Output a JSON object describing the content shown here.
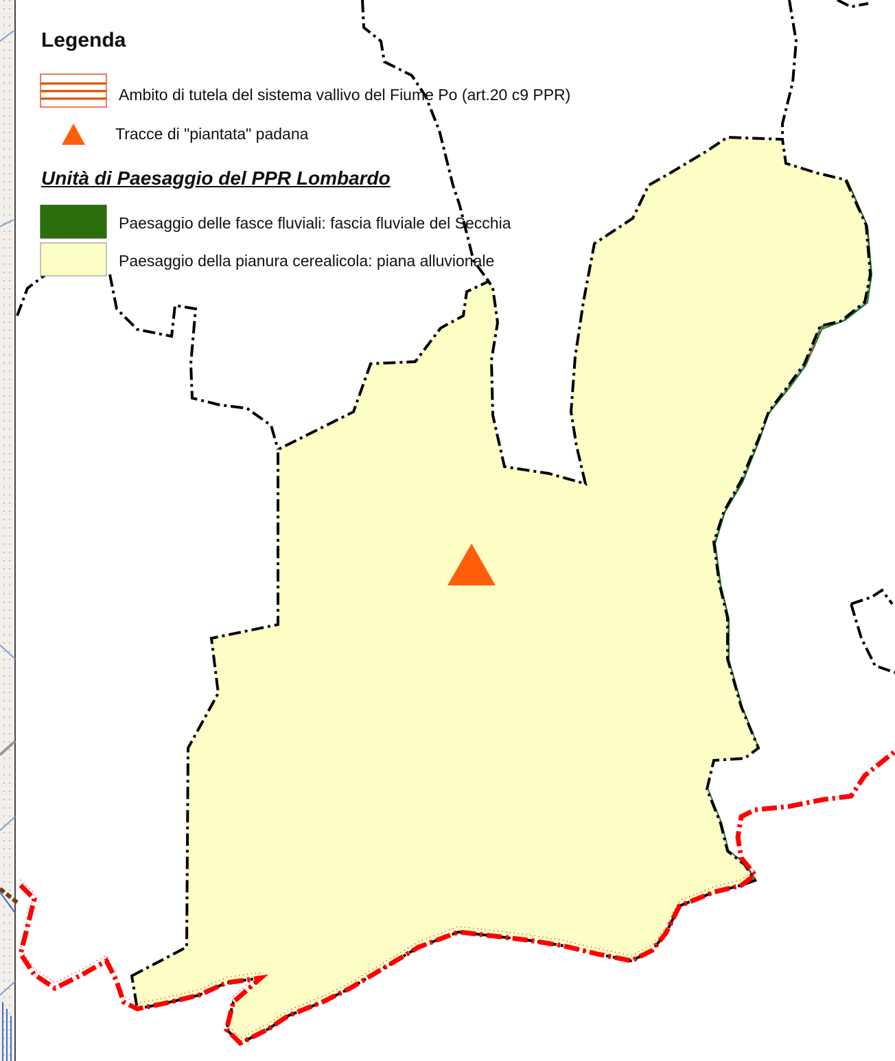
{
  "legend": {
    "title": "Legenda",
    "items": [
      {
        "label": "Ambito di tutela del sistema vallivo del Fiume Po (art.20 c9 PPR)",
        "symbol": "orange-hatch-swatch"
      },
      {
        "label": "Tracce di \"piantata\" padana",
        "symbol": "orange-triangle-icon"
      }
    ],
    "section_title": "Unità di Paesaggio del PPR Lombardo",
    "units": [
      {
        "label": "Paesaggio delle fasce fluviali: fascia fluviale del Secchia",
        "color": "#2d6e0c"
      },
      {
        "label": "Paesaggio della pianura cerealicola: piana alluvionale",
        "color": "#fdfdc6"
      }
    ]
  },
  "colors": {
    "hatch": "#d95c12",
    "hatch_border": "#e2502a",
    "plain": "#fdfdc6",
    "urban": "#6b6b6b",
    "canal": "#a6d5f0",
    "ditch": "#5f85dc",
    "admin_boundary": "#000000",
    "province_boundary": "#ff0000",
    "triangle": "#ff5f0a"
  }
}
